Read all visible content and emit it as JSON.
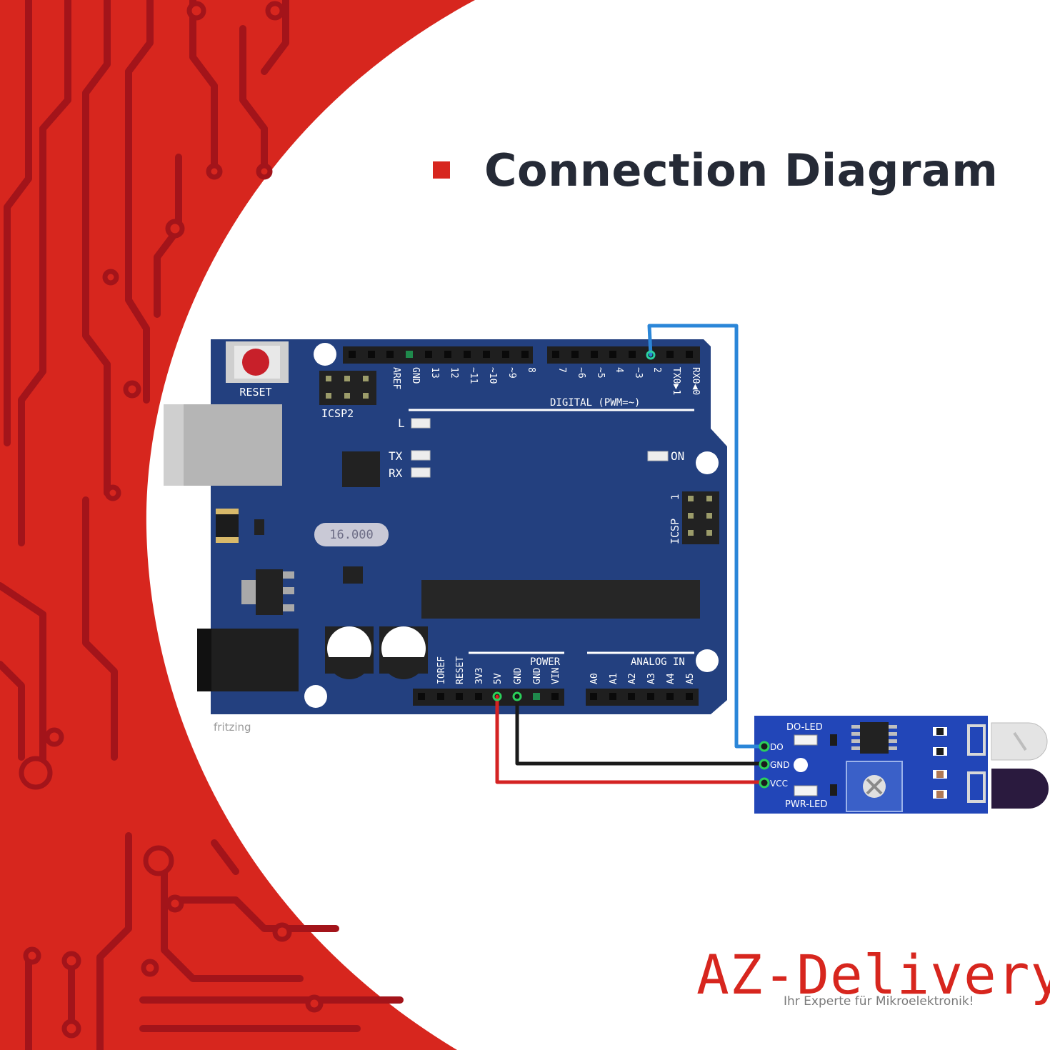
{
  "title": "Connection Diagram",
  "colors": {
    "brand_red": "#d7261e",
    "board_blue": "#23407f",
    "sensor_blue": "#2246b8",
    "wire_signal": "#2b86d8",
    "wire_gnd": "#1a1a1a",
    "wire_vcc": "#d42323"
  },
  "board": {
    "reset_label": "RESET",
    "icsp2_label": "ICSP2",
    "icsp_label": "ICSP",
    "icsp_pin1": "1",
    "digital_label": "DIGITAL (PWM=~)",
    "digital_pins": [
      "AREF",
      "GND",
      "13",
      "12",
      "~11",
      "~10",
      "~9",
      "8",
      "7",
      "~6",
      "~5",
      "4",
      "~3",
      "2",
      "TX0▶1",
      "RX0◀0"
    ],
    "led_l": "L",
    "led_tx": "TX",
    "led_rx": "RX",
    "led_on": "ON",
    "crystal": "16.000",
    "power_label": "POWER",
    "power_pins": [
      "IOREF",
      "RESET",
      "3V3",
      "5V",
      "GND",
      "GND",
      "VIN"
    ],
    "analog_label": "ANALOG IN",
    "analog_pins": [
      "A0",
      "A1",
      "A2",
      "A3",
      "A4",
      "A5"
    ],
    "fritzing": "fritzing"
  },
  "sensor": {
    "do_led": "DO-LED",
    "pwr_led": "PWR-LED",
    "pins": [
      "DO",
      "GND",
      "VCC"
    ]
  },
  "wires": [
    {
      "from": "2",
      "to": "DO",
      "color": "blue"
    },
    {
      "from": "GND",
      "to": "GND",
      "color": "black"
    },
    {
      "from": "5V",
      "to": "VCC",
      "color": "red"
    }
  ],
  "logo": {
    "name": "AZ-Delivery",
    "tagline": "Ihr Experte für Mikroelektronik!"
  }
}
